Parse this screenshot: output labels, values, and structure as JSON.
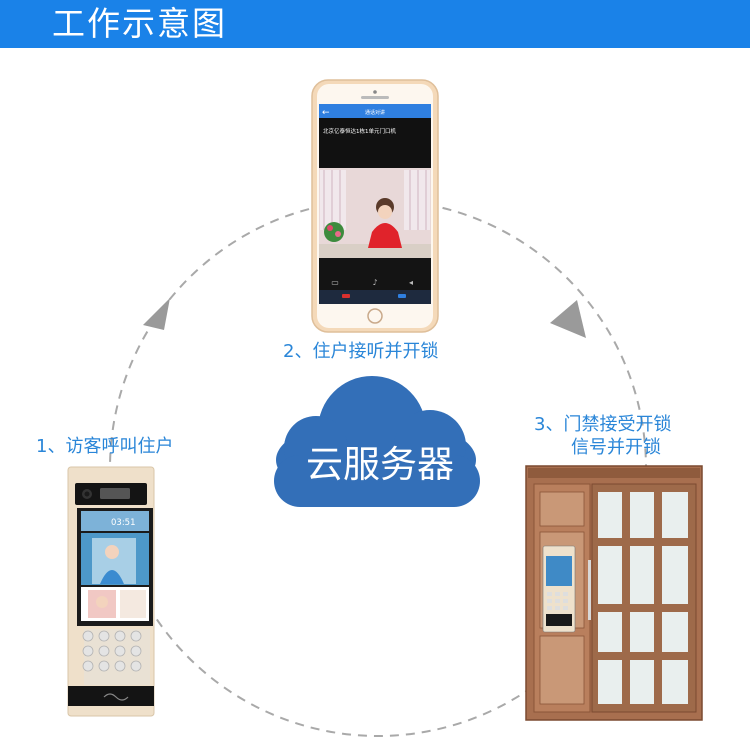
{
  "header": {
    "title": "工作示意图",
    "bg_color": "#1a82e8"
  },
  "steps": [
    {
      "label": "1、访客呼叫住户"
    },
    {
      "label": "2、住户接听并开锁"
    },
    {
      "label": "3、门禁接受开锁",
      "label_line2": "信号并开锁"
    }
  ],
  "cloud": {
    "label": "云服务器",
    "color": "#336fb8"
  },
  "phone": {
    "header_title": "通话对讲",
    "caller_text": "北京亿泰恒达1栋1单元门口机"
  },
  "panel": {
    "clock": "03:51"
  },
  "colors": {
    "accent_text": "#2a86d8",
    "arrow": "#9a9a9a",
    "dashed_circle": "#a9a9a9"
  }
}
